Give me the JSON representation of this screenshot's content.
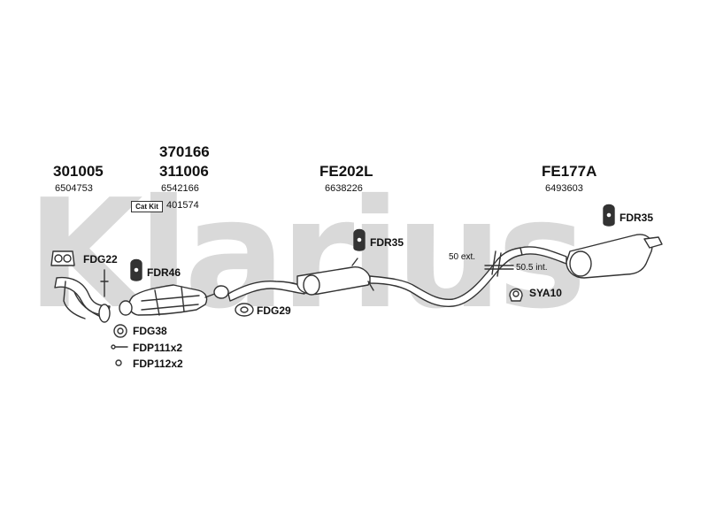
{
  "watermark": "Klarius",
  "groups": [
    {
      "code": "301005",
      "ref": "6504753"
    },
    {
      "code_top": "370166",
      "code": "311006",
      "ref": "6542166"
    },
    {
      "code": "FE202L",
      "ref": "6638226"
    },
    {
      "code": "FE177A",
      "ref": "6493603"
    }
  ],
  "cat_kit": {
    "badge": "Cat Kit",
    "ref": "401574"
  },
  "labels": {
    "fdg22": "FDG22",
    "fdr46": "FDR46",
    "fdr35_mid": "FDR35",
    "fdr35_right": "FDR35",
    "fdg29": "FDG29",
    "fdg38": "FDG38",
    "fdp111": "FDP111x2",
    "fdp112": "FDP112x2",
    "sya10": "SYA10"
  },
  "notes": {
    "ext": "50 ext.",
    "int": "50.5 int."
  },
  "colors": {
    "line": "#333333",
    "part_fill": "#ffffff",
    "part_shade": "#cfcfcf",
    "watermark": "#d9d9d9"
  }
}
